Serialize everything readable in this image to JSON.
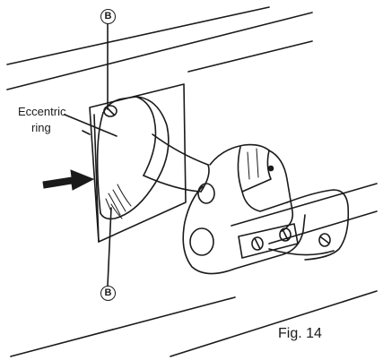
{
  "figure": {
    "eccentric_label_line1": "Eccentric",
    "eccentric_label_line2": "ring",
    "marker_top": "B",
    "marker_bottom": "B",
    "caption": "Fig. 14"
  }
}
